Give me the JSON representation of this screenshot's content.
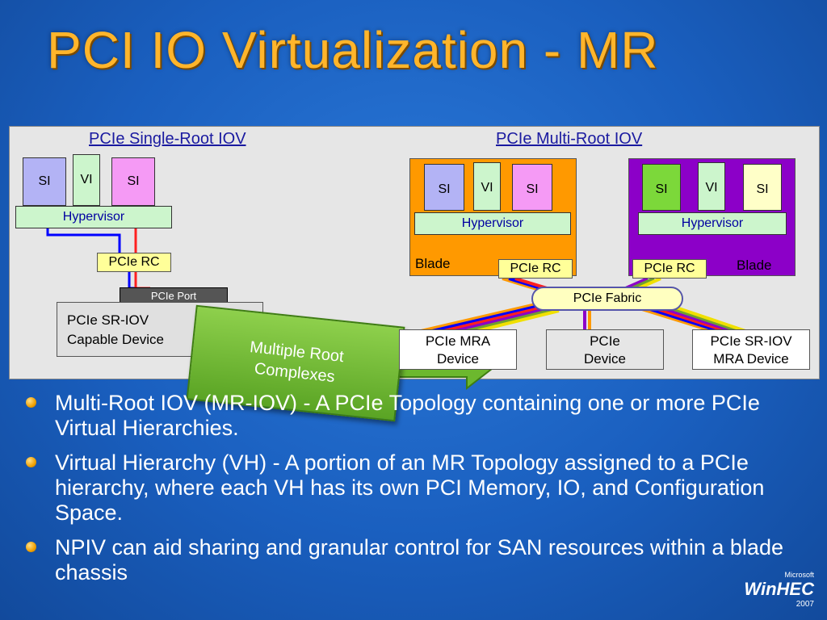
{
  "title": "PCI  IO Virtualization - MR",
  "single_root": {
    "header": "PCIe Single-Root IOV",
    "si1": "SI",
    "vi": "VI",
    "si2": "SI",
    "hypervisor": "Hypervisor",
    "rc": "PCIe RC",
    "port": "PCIe Port",
    "device_line1": "PCIe SR-IOV",
    "device_line2": "Capable Device"
  },
  "multi_root": {
    "header": "PCIe Multi-Root IOV",
    "blade1": {
      "si1": "SI",
      "vi": "VI",
      "si2": "SI",
      "hypervisor": "Hypervisor",
      "rc": "PCIe RC",
      "label": "Blade"
    },
    "blade2": {
      "si1": "SI",
      "vi": "VI",
      "si2": "SI",
      "hypervisor": "Hypervisor",
      "rc": "PCIe RC",
      "label": "Blade"
    },
    "fabric": "PCIe Fabric",
    "dev1_line1": "PCIe MRA",
    "dev1_line2": "Device",
    "dev2_line1": "PCIe",
    "dev2_line2": "Device",
    "dev3_line1": "PCIe SR-IOV",
    "dev3_line2": "MRA Device"
  },
  "callout": {
    "line1": "Multiple Root",
    "line2": "Complexes"
  },
  "bullets": [
    "Multi-Root IOV (MR-IOV) - A PCIe Topology containing one or more PCIe Virtual Hierarchies.",
    "Virtual Hierarchy (VH) - A portion of an MR Topology assigned to a PCIe hierarchy, where each VH has its own PCI Memory, IO, and Configuration Space.",
    "NPIV can aid sharing and granular control for SAN resources within a blade chassis"
  ],
  "logo": {
    "company": "Microsoft",
    "name": "WinHEC",
    "year": "2007"
  },
  "colors": {
    "title": "#ffb52b",
    "background": "#1a5fbf",
    "blade1": "#ff9900",
    "blade2": "#8c00c8",
    "callout": "#6cb82e"
  }
}
